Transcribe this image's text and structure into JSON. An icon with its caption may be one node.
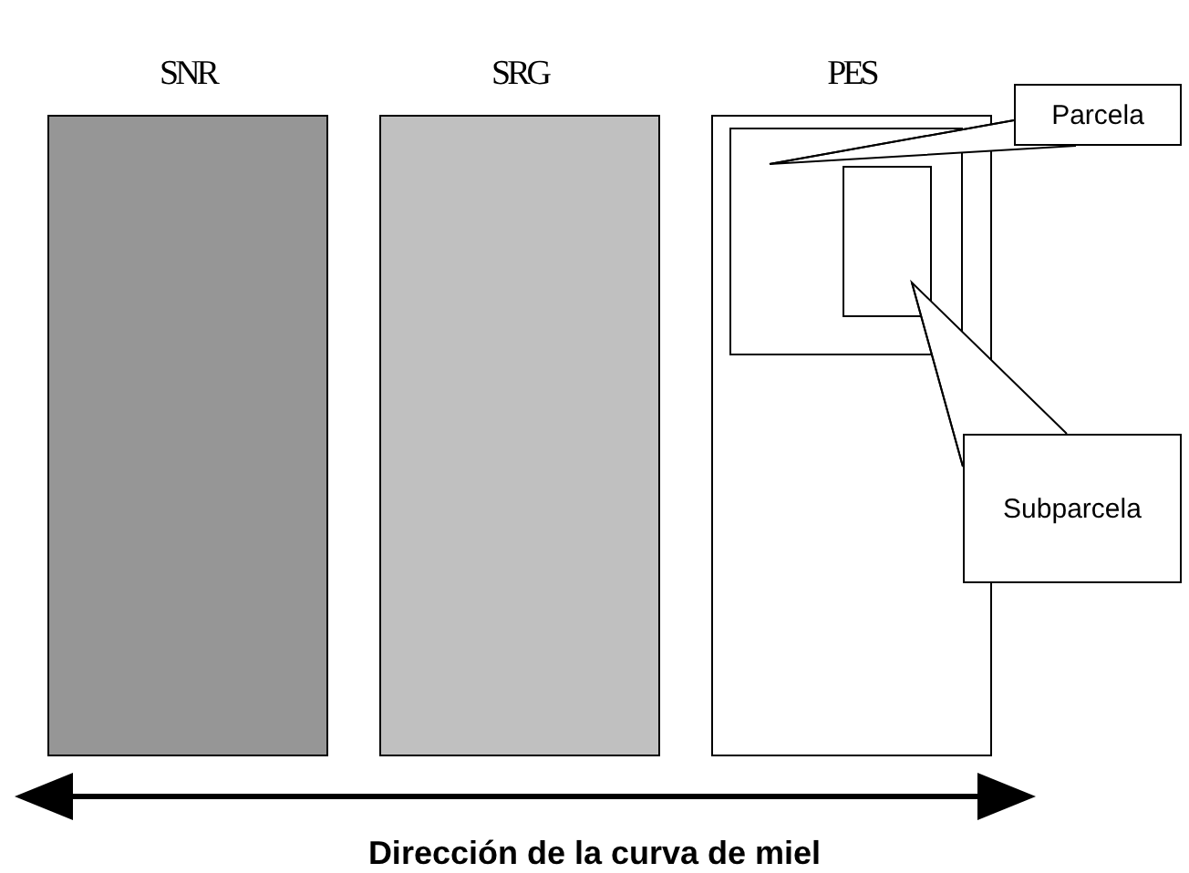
{
  "diagram": {
    "nodes": [
      {
        "text": [
          "SNR"
        ]
      },
      {
        "text": [
          "SRG"
        ]
      },
      {
        "text": [
          "PES"
        ]
      },
      {
        "text": [],
        "shape": "box",
        "in": 2
      },
      {
        "text": [],
        "shape": "box",
        "in": 3
      },
      {
        "text": [
          "Parcela"
        ]
      },
      {
        "text": [
          "Subparcela"
        ]
      }
    ],
    "edges": [
      {
        "from": 5,
        "to": 3,
        "arrow": "none"
      },
      {
        "from": 6,
        "to": 4,
        "arrow": "none"
      }
    ],
    "labels": [
      "Dirección de la curva de miel"
    ]
  }
}
